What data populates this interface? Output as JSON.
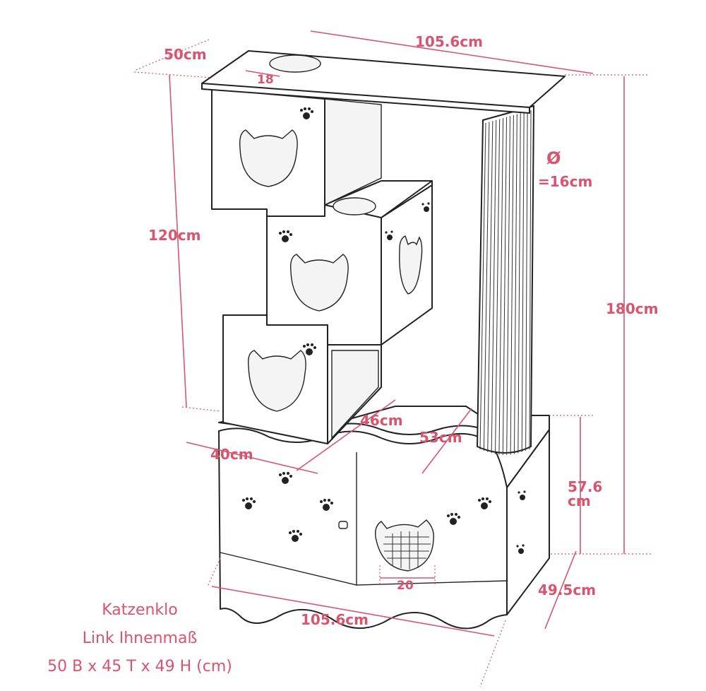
{
  "dimensions": {
    "top_depth": "50cm",
    "hole_diameter": "18",
    "top_width": "105.6cm",
    "post_diameter_symbol": "Ø",
    "post_diameter_value": "=16cm",
    "tower_height": "120cm",
    "total_height": "180cm",
    "lower_depth": "46cm",
    "tower_depth": "53cm",
    "tower_width": "40cm",
    "cabinet_height_value": "57.6",
    "cabinet_height_unit": "cm",
    "cabinet_depth": "49.5cm",
    "door_opening": "20",
    "cabinet_width": "105.6cm"
  },
  "notes": {
    "line1": "Katzenklo",
    "line2": "Link Ihnenmaß",
    "line3": "50 B x 45 T x 49 H (cm)"
  },
  "colors": {
    "dimension": "#d9546e",
    "outline": "#222222"
  }
}
